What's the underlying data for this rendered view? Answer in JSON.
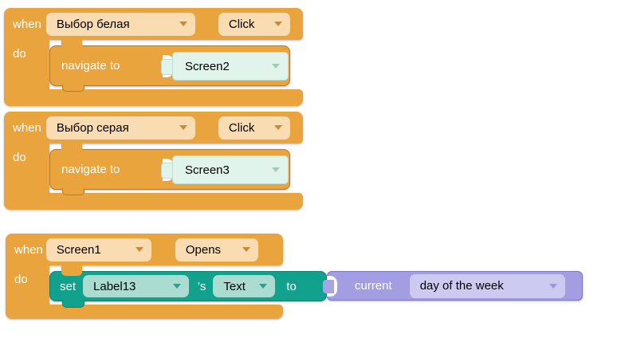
{
  "colors": {
    "canvas_background": "#ffffff",
    "block_orange": "#E9A43E",
    "dropdown_peach": "#F9DCB1",
    "block_teal": "#11A18C",
    "dropdown_light_teal": "#AADCD2",
    "screen_field_mint": "#E1F4EC",
    "block_purple": "#A29EE1",
    "dropdown_light_purple": "#CDCAF2"
  },
  "blocks": [
    {
      "when_label": "when",
      "component": "Выбор белая",
      "event": "Click",
      "do_label": "do",
      "statement": {
        "label": "navigate to",
        "screen": "Screen2"
      }
    },
    {
      "when_label": "when",
      "component": "Выбор серая",
      "event": "Click",
      "do_label": "do",
      "statement": {
        "label": "navigate to",
        "screen": "Screen3"
      }
    },
    {
      "when_label": "when",
      "component": "Screen1",
      "event": "Opens",
      "do_label": "do",
      "statement": {
        "set_label": "set",
        "target": "Label13",
        "possessive": "'s",
        "property": "Text",
        "to_label": "to",
        "value": {
          "label": "current",
          "option": "day of the week"
        }
      }
    }
  ]
}
